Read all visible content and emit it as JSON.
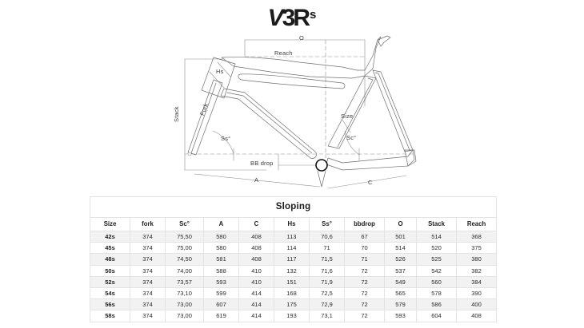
{
  "logo": {
    "part1": "V",
    "part2": "3",
    "part3": "R",
    "superscript": "s",
    "full_text": "V3Rs"
  },
  "diagram": {
    "name": "bicycle-frame-geometry-diagram",
    "labels": {
      "o": "O",
      "reach": "Reach",
      "hs": "Hs",
      "fork": "Fork",
      "stack": "Stack",
      "ss_angle": "Ss°",
      "sc_angle": "Sc°",
      "bbdrop": "BB drop",
      "size": "Size",
      "a": "A",
      "c": "C"
    },
    "colors": {
      "outline": "#6e6e6e",
      "dimension_line": "#8c8c8c",
      "bb_circle": "#111111"
    }
  },
  "table": {
    "title": "Sloping",
    "headers": [
      "Size",
      "fork",
      "Sc°",
      "A",
      "C",
      "Hs",
      "Ss°",
      "bbdrop",
      "O",
      "Stack",
      "Reach"
    ],
    "rows": [
      [
        "42s",
        "374",
        "75,50",
        "580",
        "408",
        "113",
        "70,6",
        "67",
        "501",
        "514",
        "368"
      ],
      [
        "45s",
        "374",
        "75,00",
        "580",
        "408",
        "114",
        "71",
        "70",
        "514",
        "520",
        "375"
      ],
      [
        "48s",
        "374",
        "74,50",
        "581",
        "408",
        "117",
        "71,5",
        "71",
        "526",
        "525",
        "380"
      ],
      [
        "50s",
        "374",
        "74,00",
        "588",
        "410",
        "132",
        "71,6",
        "72",
        "537",
        "542",
        "382"
      ],
      [
        "52s",
        "374",
        "73,57",
        "593",
        "410",
        "151",
        "71,9",
        "72",
        "549",
        "560",
        "384"
      ],
      [
        "54s",
        "374",
        "73,10",
        "599",
        "414",
        "168",
        "72,5",
        "72",
        "565",
        "578",
        "390"
      ],
      [
        "56s",
        "374",
        "73,00",
        "607",
        "414",
        "175",
        "72,9",
        "72",
        "579",
        "586",
        "400"
      ],
      [
        "58s",
        "374",
        "73,00",
        "619",
        "414",
        "193",
        "73,1",
        "72",
        "593",
        "604",
        "408"
      ]
    ],
    "colors": {
      "border": "#e3e3e3",
      "stripe": "#f2f2f2",
      "text": "#2b2b2b"
    }
  }
}
